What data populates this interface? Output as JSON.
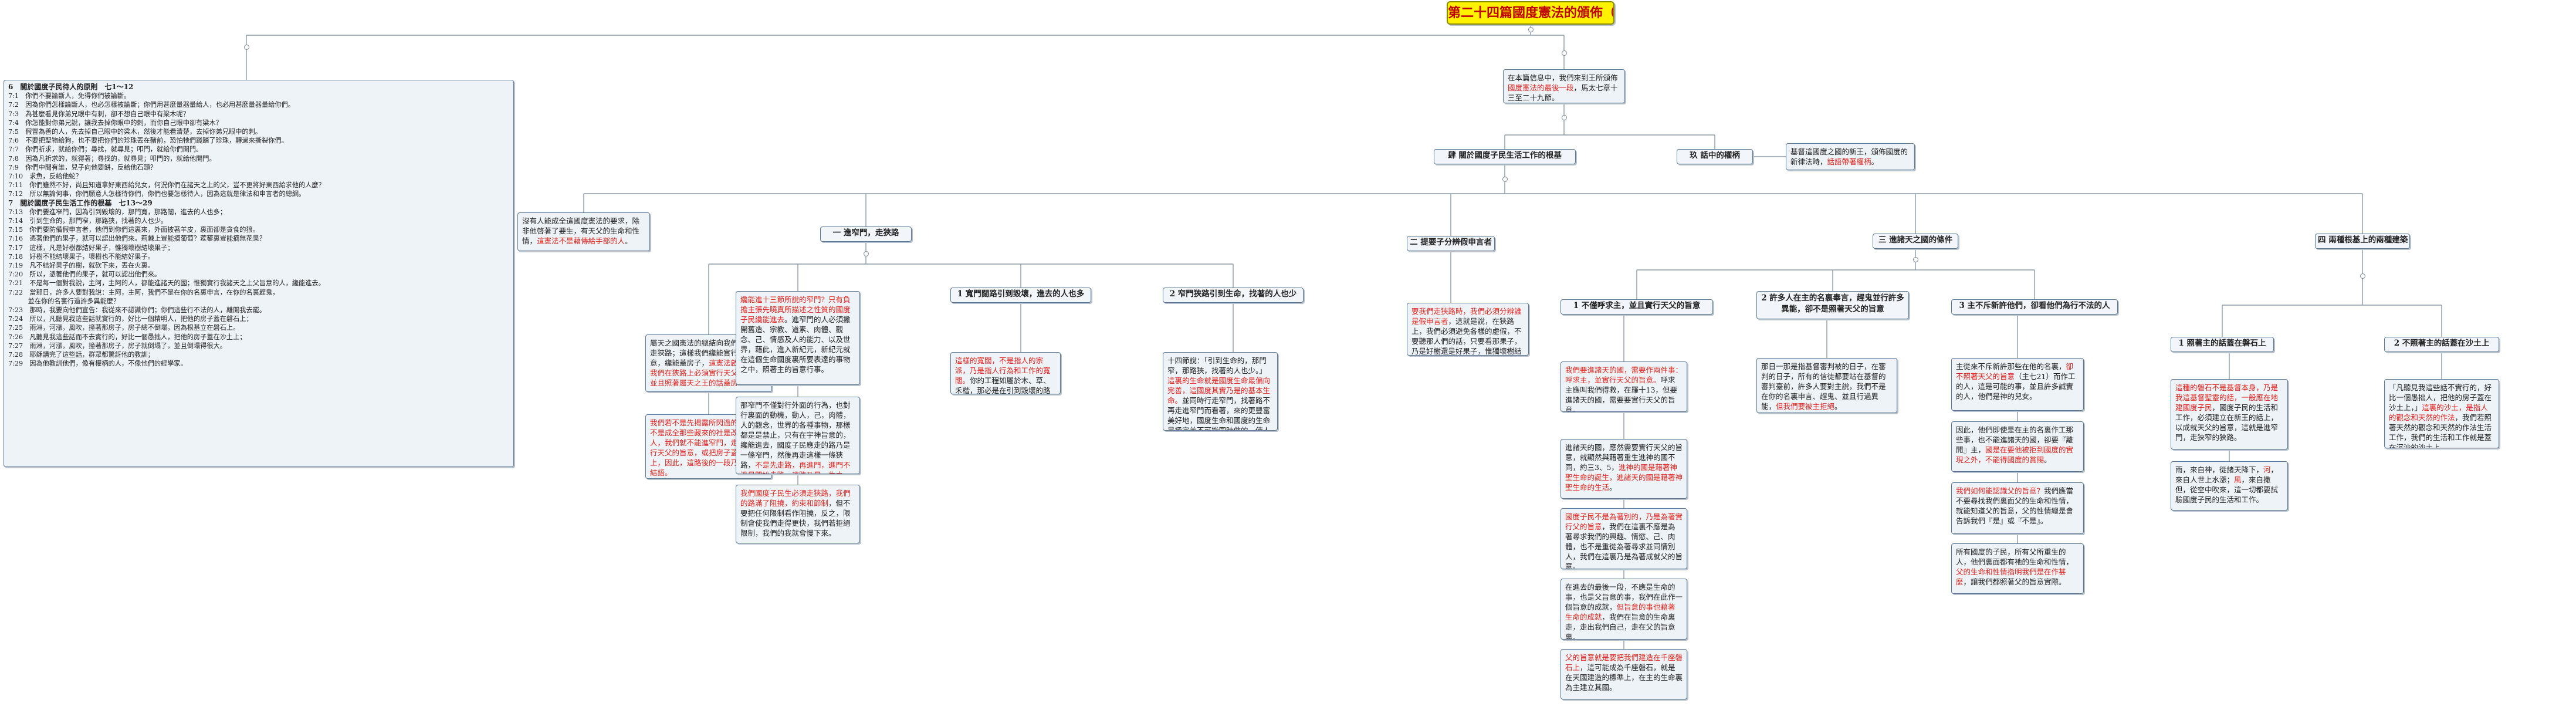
{
  "title": "第二十四篇國度憲法的頒佈（十二）",
  "colors": {
    "title_bg": "#fff200",
    "accent_red": "#e0221b",
    "node_bg": "#eef3f8",
    "line": "#8a9aaa"
  },
  "intro": [
    {
      "t": "在本篇信息中，我們來到王所頒佈",
      "c": "blk"
    },
    {
      "t": "國度憲法的最後一段",
      "c": "red"
    },
    {
      "t": "，馬太七章十三至二十九節。",
      "c": "blk"
    }
  ],
  "branch_a": {
    "label": "肆 關於國度子民生活工作的根基"
  },
  "branch_b": {
    "label": "玖 話中的權柄",
    "note": [
      {
        "t": "基督這國度之國的新王，頒佈國度的新律法時，",
        "c": "blk"
      },
      {
        "t": "話語帶著權柄",
        "c": "red"
      },
      {
        "t": "。",
        "c": "blk"
      }
    ]
  },
  "verses": {
    "sections": [
      {
        "heading": "6　關於國度子民待人的原則　七1～12",
        "lines": [
          "7:1　你們不要論斷人，免得你們被論斷。",
          "7:2　因為你們怎樣論斷人，也必怎樣被論斷；你們用甚麼量器量給人，也必用甚麼量器量給你們。",
          "7:3　為甚麼看見你弟兄眼中有刺，卻不想自己眼中有梁木呢？",
          "7:4　你怎能對你弟兄說，讓我去掉你眼中的刺，而你自己眼中卻有梁木？",
          "7:5　假冒為善的人，先去掉自己眼中的梁木，然後才能看清楚，去掉你弟兄眼中的刺。",
          "7:6　不要把聖物給狗，也不要把你們的珍珠丟在豬前，恐怕牠們踐踏了珍珠，轉過來撕裂你們。",
          "7:7　你們祈求，就給你們；尋找，就尋見；叩門，就給你們開門。",
          "7:8　因為凡祈求的，就得著；尋找的，就尋見；叩門的，就給他開門。",
          "7:9　你們中間有誰，兒子向他要餅，反給他石頭？",
          "7:10　求魚，反給他蛇？",
          "7:11　你們雖然不好，尚且知道拿好東西給兒女，何況你們在諸天之上的父，豈不更將好東西給求他的人麼？",
          "7:12　所以無論何事，你們願意人怎樣待你們，你們也要怎樣待人，因為這就是律法和申言者的總綱。"
        ]
      },
      {
        "heading": "7　關於國度子民生活工作的根基　七13～29",
        "lines": [
          "7:13　你們要進窄門，因為引到毀壞的，那門寬，那路闊，進去的人也多；",
          "7:14　引到生命的，那門窄，那路狹，找著的人也少。",
          "7:15　你們要防備假申言者，他們到你們這裏來，外面披著羊皮，裏面卻是貪食的狼。",
          "7:16　憑著他們的果子，就可以認出他們來。荊棘上豈能摘葡萄？蒺藜裏豈能摘無花果？",
          "7:17　這樣，凡是好樹都結好果子，惟獨壞樹結壞果子；",
          "7:18　好樹不能結壞果子，壞樹也不能結好果子。",
          "7:19　凡不結好果子的樹，就砍下來，丟在火裏。",
          "7:20　所以，憑著他們的果子，就可以認出他們來。",
          "7:21　不是每一個對我說，主阿，主阿的人，都能進諸天的國；惟獨實行我諸天之上父旨意的人，纔能進去。",
          "7:22　當那日，許多人要對我說：主阿，主阿，我們不是在你的名裏申言，在你的名裏趕鬼，",
          "　　　並在你的名裏行過許多異能麼？",
          "7:23　那時，我要向他們宣告：我從來不認識你們；你們這些行不法的人，離開我去罷。",
          "7:24　所以，凡聽見我這些話就實行的，好比一個精明人，把他的房子蓋在磐石上；",
          "7:25　雨淋，河漲，風吹，撞著那房子，房子總不倒塌，因為根基立在磐石上。",
          "7:26　凡聽見我這些話而不去實行的，好比一個愚拙人，把他的房子蓋在沙土上；",
          "7:27　雨淋，河漲，風吹，撞著那房子，房子就倒塌了，並且倒塌得很大。",
          "7:28　耶穌講完了這些話，群眾都驚訝他的教訓；",
          "7:29　因為他教訓他們，像有權柄的人，不像他們的經學家。"
        ]
      }
    ]
  },
  "note_a_left": [
    {
      "t": "沒有人能成全這國度憲法的要求，除非他啓著了要生，有天父的生命和性情，",
      "c": "blk"
    },
    {
      "t": "這憲法不是藉傳給手部的人",
      "c": "red"
    },
    {
      "t": "。",
      "c": "blk"
    }
  ],
  "sub_1": {
    "label": "一 進窄門，走狹路",
    "note_left": [
      {
        "t": "屬天之國憲法的總結向我們進窄門，走狹路；這樣我們纔能實行天父的旨意，纔能蓋房子，",
        "c": "blk"
      },
      {
        "t": "這憲法啟示出，我們在狹路上必須實行天父的旨意，並且照著屬天之王的話蓋房子",
        "c": "red"
      },
      {
        "t": "。",
        "c": "blk"
      }
    ],
    "note_left_2": [
      {
        "t": "我們若不是先揭露所閃過的子民，若不是成全那些藏來的社是改之律法的人，我們就不能進窄門，走狹路，實行天父的旨意，或把房子蓋在磐石上，因此，這路後的一段乃是重說的結語。",
        "c": "red"
      }
    ],
    "note_mid": [
      {
        "t": "纔能進十三節所說的窄門？只有負擔主張先曉真所描述之性質的國度子民纔能進去",
        "c": "red"
      },
      {
        "t": "。進窄門的人必須撇開舊造、宗教、道素、肉體、觀念、己、情感及人的能力、以及世界，藉此，進入新紀元，新紀元就在這個生命國度裏所要表達的事物之中，照著主的旨意行事。",
        "c": "blk"
      }
    ],
    "note_mid_2": [
      {
        "t": "那窄門不僅對行外面的行為，也對行裏面的動機，動人，己，肉體，人的觀念，世界的各種事物，那樣都是是禁止，只有在宇神旨意的，纔能進去，國度子民應走的路乃是一條窄門，然後再走這樣一條狹路，",
        "c": "blk"
      },
      {
        "t": "不是先走路，再進門，進門不過是開始走路，這路乃是一生之久",
        "c": "red"
      },
      {
        "t": "。",
        "c": "blk"
      }
    ],
    "note_mid_3": [
      {
        "t": "我們國度子民生必須走狹路，我們的路滿了阻撓，約束和節制",
        "c": "red"
      },
      {
        "t": "，但不要把任何限制看作阻撓，反之，限制會使我們走得更快，我們若拒絕限制，我們的我就會慢下來。",
        "c": "blk"
      }
    ]
  },
  "sub_1_1": {
    "label": "1 寬門闊路引到毀壞，進去的人也多",
    "note": [
      {
        "t": "這樣的寬闊，不是指人的宗派，乃是指人行為和工作的寬闊。",
        "c": "red"
      },
      {
        "t": "你的工程如屬於木、草、禾楷，那必是在引到毀壞的路上。",
        "c": "blk"
      }
    ]
  },
  "sub_1_2": {
    "label": "2 窄門狹路引到生命，找著的人也少",
    "note": [
      {
        "t": "十四節說：「引到生命的，那門窄，那路狹，找著的人也少。」",
        "c": "blk"
      },
      {
        "t": "這裏的生命就是國度生命最偏向完善，這國度其實乃是的基本生命。",
        "c": "red"
      },
      {
        "t": "並同時行走窄門，找著路不再走進窄門而看著，來的更豐富美好地，國度生命和國度的生命是極完美不可能同時做的，使人從不失去，在任何地方，必須做在地上的神的手中。",
        "c": "blk"
      }
    ]
  },
  "sub_2": {
    "label": "二 提要子分辨假申言者",
    "note": [
      {
        "t": "要我們走狹路時，我們必須分辨誰是假申言者",
        "c": "red"
      },
      {
        "t": "，這就是說，在狹路上，我們必須避免各樣的虛假，不要聽那人們的話，只要看那果子，乃是好樹還是好果子，惟獨壞樹結壞果子。",
        "c": "blk"
      }
    ]
  },
  "sub_3": {
    "label": "三 進諸天之國的條件",
    "nodes": [
      {
        "label": "1 不僅呼求主，並且實行天父的旨意",
        "notes": [
          [
            {
              "t": "我們要進諸天的國，需要作兩件事：呼求主，並實行天父的旨意。",
              "c": "red"
            },
            {
              "t": "呼求主應叫我們得救，在羅十13，但要進諸天的國，需要要實行天父的旨意。",
              "c": "blk"
            }
          ],
          [
            {
              "t": "進諸天的國，應然需要實行天父的旨意，就顯然與藉著重生進神的國不同，約三3、5，",
              "c": "blk"
            },
            {
              "t": "進神的國是藉著神聖生命的誕生，進諸天的國是藉著神聖生命的生活",
              "c": "red"
            },
            {
              "t": "。",
              "c": "blk"
            }
          ],
          [
            {
              "t": "國度子民不是為著別的，乃是為著實行父的旨意",
              "c": "red"
            },
            {
              "t": "，我們在這裏不應是為著尋求我們的興趣、情慾、己、肉體，也不是重從為著尋求並同情別人，我們在這裏乃是為著成就父的旨意。",
              "c": "blk"
            }
          ],
          [
            {
              "t": "在進去的最後一段，不應是生命的事，也是父旨意的事，我們在此作一個旨意的成就，",
              "c": "blk"
            },
            {
              "t": "但旨意的事也藉著生命的成就",
              "c": "red"
            },
            {
              "t": "，我們在旨意的生命裏走，走出我們自己，走在父的旨意裏。",
              "c": "blk"
            }
          ],
          [
            {
              "t": "父的旨意就是要把我們建造在千座磐石上",
              "c": "red"
            },
            {
              "t": "，這可能成為千座磐石，就是在天國建造的標準上，在主的生命裏為主建立其國。",
              "c": "blk"
            }
          ]
        ]
      },
      {
        "label": "2 許多人在主的名裏奉言，趕鬼並行許多異能，卻不是照著天父的旨意",
        "notes": [
          [
            {
              "t": "那日一那是指基督審判被的日子，在審判的日子，所有的信徒都要站在基督的審判臺前，許多人要對主說，我們不是在你的名裏申言、趕鬼、並且行過異能，",
              "c": "blk"
            },
            {
              "t": "但我們要被主拒絕",
              "c": "red"
            },
            {
              "t": "。",
              "c": "blk"
            }
          ]
        ]
      },
      {
        "label": "3 主不斥新許他們，卻看他們為行不法的人",
        "notes": [
          [
            {
              "t": "主從來不斥新許那些在他的名裏，",
              "c": "blk"
            },
            {
              "t": "卻不照著天父的旨意",
              "c": "red"
            },
            {
              "t": "（主七21）而作工的人，這是可能的事，並且許多誠實的人，他們是神的兒女。",
              "c": "blk"
            }
          ],
          [
            {
              "t": "因此，他們即使是在主的名裏作工那些事，也不能進諸天的國，卻要『離開』主，",
              "c": "blk"
            },
            {
              "t": "國是在要他被拒到國度的實現之外，不能得國度的賞賜",
              "c": "red"
            },
            {
              "t": "。",
              "c": "blk"
            }
          ],
          [
            {
              "t": "我們如何能認識父的旨意？",
              "c": "red"
            },
            {
              "t": "我們應當不要尋找我們裏面父的生命和性情，就能知道父的旨意，父的性情總是會告訴我們『是』或『不是』。",
              "c": "blk"
            }
          ],
          [
            {
              "t": "所有國度的子民，所有父所重生的人，他們裏面都有祂的生命和性情，",
              "c": "blk"
            },
            {
              "t": "父的生命和性情指明我們是在作甚麼",
              "c": "red"
            },
            {
              "t": "，讓我們都照著父的旨意實際。",
              "c": "blk"
            }
          ]
        ]
      }
    ]
  },
  "sub_4": {
    "label": "四 兩種根基上的兩種建築",
    "nodes": [
      {
        "label": "1 照著主的話蓋在磐石上",
        "notes": [
          [
            {
              "t": "這種的磐石不是基督本身，乃是我這基督聖靈的話，一般應在地建國度子民",
              "c": "red"
            },
            {
              "t": "，國度子民的生活和工作，必須建立在新王的話上，以成就天父的旨意，這就是進窄門，走狹窄的狹路。",
              "c": "blk"
            }
          ],
          [
            {
              "t": "雨，來自神，從諸天降下，",
              "c": "blk"
            },
            {
              "t": "河",
              "c": "red"
            },
            {
              "t": "，來自人世上水漲；",
              "c": "blk"
            },
            {
              "t": "風",
              "c": "red"
            },
            {
              "t": "，來自撒但，從空中吹來，這一切都要試驗國度子民的生活和工作。",
              "c": "blk"
            }
          ]
        ]
      },
      {
        "label": "2 不照著主的話蓋在沙土上",
        "notes": [
          [
            {
              "t": "「凡聽見我這些話不實行的，好比一個愚拙人，把他的房子蓋在沙土上，」",
              "c": "blk"
            },
            {
              "t": "這裏的沙土，是指人的觀念和天然的作法",
              "c": "red"
            },
            {
              "t": "，我們若照著天然的觀念和天然的作法生活工作，我們的生活和工作就是蓋在沉沙的沙土上。",
              "c": "blk"
            }
          ]
        ]
      }
    ]
  }
}
